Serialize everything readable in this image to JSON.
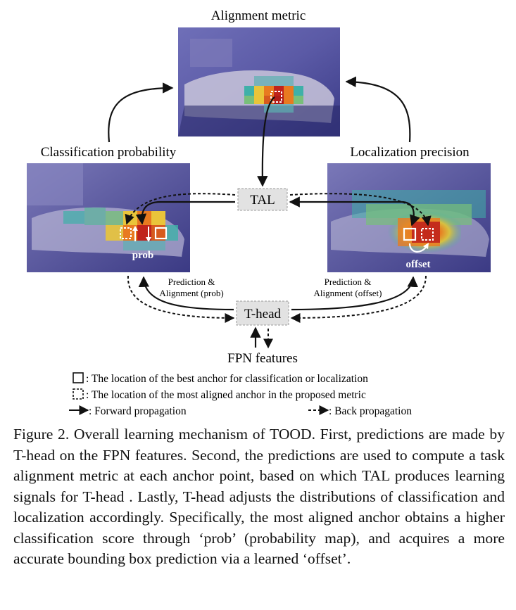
{
  "figure": {
    "panels": {
      "alignment_title": "Alignment metric",
      "classification_title": "Classification probability",
      "localization_title": "Localization precision",
      "prob_label": "prob",
      "offset_label": "offset"
    },
    "boxes": {
      "tal": "TAL",
      "thead": "T-head"
    },
    "edge_labels": {
      "left_line1": "Prediction &",
      "left_line2": "Alignment (prob)",
      "right_line1": "Prediction &",
      "right_line2": "Alignment (offset)"
    },
    "input_label": "FPN features",
    "legend": {
      "best_anchor": ": The location of the best anchor for classification or localization",
      "aligned_anchor": ": The location of the most aligned anchor in the proposed metric",
      "forward": ": Forward propagation",
      "back": ": Back propagation"
    }
  },
  "caption": "Figure 2. Overall learning mechanism of TOOD. First, predictions are made by T-head on the FPN features. Second, the predictions are used to compute a task alignment metric at each anchor point, based on which TAL produces learning signals for T-head . Lastly, T-head adjusts the distributions of classification and localization accordingly. Specifically, the most aligned anchor obtains a higher classification score through ‘prob’ (probability map), and acquires a more accurate bounding box prediction via a learned ‘offset’.",
  "colors": {
    "photo_base": "#5a5aa8",
    "box_fill": "#e2e2e2",
    "box_border": "#9a9a9a",
    "heat_hot": "#c0241c",
    "heat_warm": "#f0a020",
    "heat_cool": "#3fb0a8"
  }
}
